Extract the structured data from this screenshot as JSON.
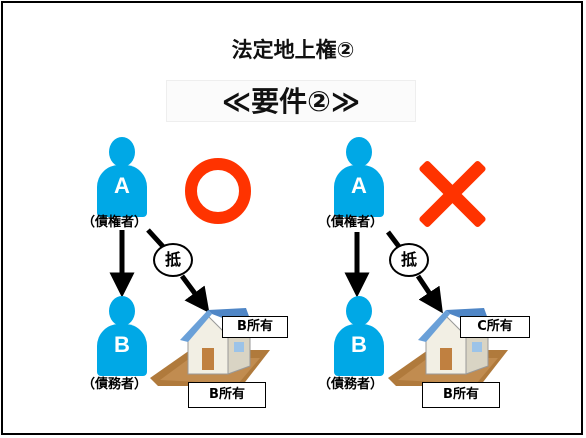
{
  "title": "法定地上権②",
  "subtitle": "≪要件②≫",
  "left_case": {
    "mark": "circle",
    "person_top": {
      "letter": "A",
      "role": "（債権者）"
    },
    "person_bottom": {
      "letter": "B",
      "role": "（債務者）"
    },
    "mortgage_label": "抵",
    "house_owner_label": "B所有",
    "land_owner_label": "B所有"
  },
  "right_case": {
    "mark": "cross",
    "person_top": {
      "letter": "A",
      "role": "（債権者）"
    },
    "person_bottom": {
      "letter": "B",
      "role": "（債務者）"
    },
    "mortgage_label": "抵",
    "house_owner_label": "C所有",
    "land_owner_label": "B所有"
  },
  "colors": {
    "person": "#00a8e6",
    "mark": "#ff3300",
    "roof": "#6aa0d8",
    "wall": "#f2efe4",
    "soil": "#b07a3c"
  }
}
